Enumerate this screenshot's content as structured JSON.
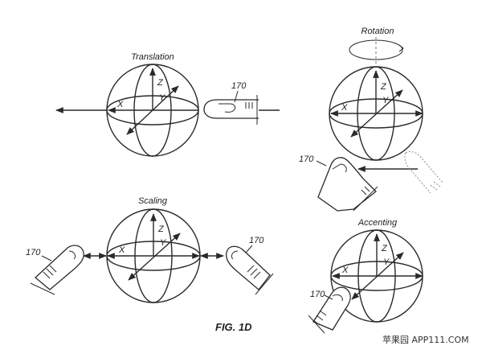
{
  "panels": {
    "translation": {
      "title": "Translation",
      "ref": "170"
    },
    "rotation": {
      "title": "Rotation",
      "ref": "170"
    },
    "scaling": {
      "title": "Scaling",
      "ref_left": "170",
      "ref_right": "170"
    },
    "accenting": {
      "title": "Accenting",
      "ref": "170"
    }
  },
  "axes": {
    "x": "X",
    "y": "Y",
    "z": "Z"
  },
  "caption": "FIG. 1D",
  "watermark": "苹果园 APP111.COM"
}
